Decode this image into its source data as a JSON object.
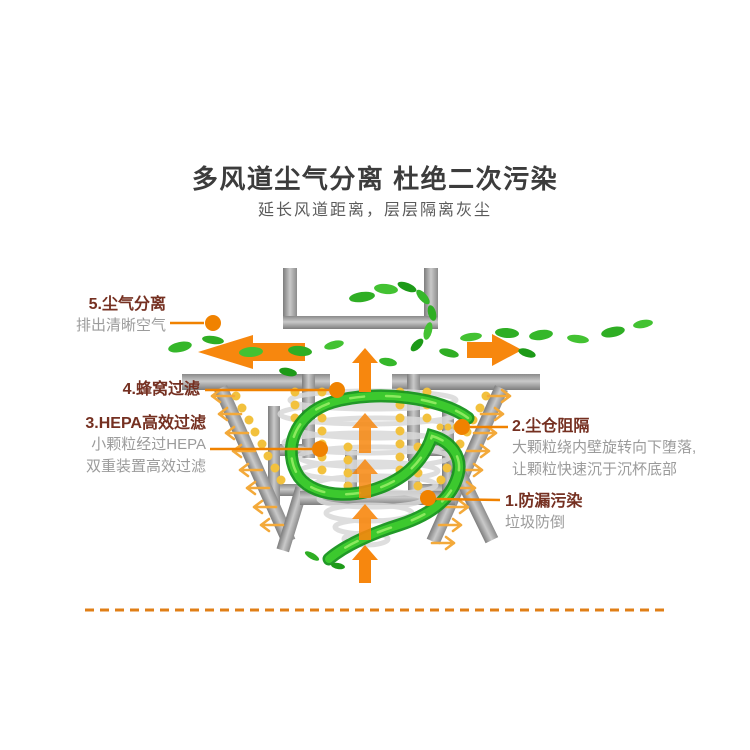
{
  "header": {
    "title": "多风道尘气分离 杜绝二次污染",
    "subtitle": "延长风道距离，层层隔离灰尘"
  },
  "callouts": {
    "left": [
      {
        "title": "5.尘气分离",
        "desc": [
          "排出清晰空气"
        ]
      },
      {
        "title": "4.蜂窝过滤",
        "desc": []
      },
      {
        "title": "3.HEPA高效过滤",
        "desc": [
          "小颗粒经过HEPA",
          "双重装置高效过滤"
        ]
      }
    ],
    "right": [
      {
        "title": "2.尘仓阻隔",
        "desc": [
          "大颗粒绕内壁旋转向下堕落,",
          "让颗粒快速沉于沉杯底部"
        ]
      },
      {
        "title": "1.防漏污染",
        "desc": [
          "垃圾防倒"
        ]
      }
    ]
  },
  "icons": {
    "airflow-left-arrow": "◀",
    "airflow-right-arrow": "▶",
    "airflow-up-arrow": "▲",
    "leaf-icon": "🍃",
    "dust-particle-dot": "•",
    "callout-pointer-dot": "●"
  },
  "colors": {
    "heading_text": "#3c3c3c",
    "subtitle_text": "#5a5a5a",
    "callout_title": "#753021",
    "callout_desc": "#9b9b9b",
    "accent_orange": "#f7870e",
    "connector_orange": "#f08200",
    "micro_arrow_yellow": "#f3a93a",
    "particle_yellow": "#f2c13d",
    "leaf_green": "#3cc92e",
    "structure_gray": "#9a9a9a",
    "divider_orange": "#e07f17",
    "background": "#ffffff"
  }
}
